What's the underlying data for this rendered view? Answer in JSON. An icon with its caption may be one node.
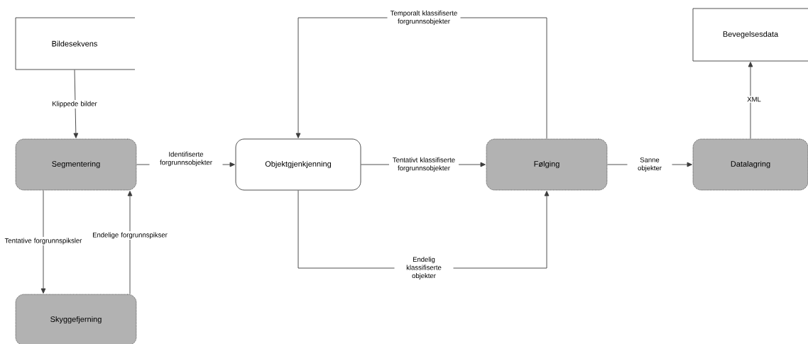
{
  "diagram": {
    "nodes": [
      {
        "text": [
          "Bildesekvens"
        ]
      },
      {
        "text": [
          "Segmentering"
        ]
      },
      {
        "text": [
          "Skyggefjerning"
        ]
      },
      {
        "text": [
          "Objektgjenkjenning"
        ]
      },
      {
        "text": [
          "Følging"
        ]
      },
      {
        "text": [
          "Datalagring"
        ]
      },
      {
        "text": [
          "Bevegelsesdata"
        ]
      }
    ],
    "edges": [
      {
        "from": 0,
        "to": 1,
        "arrow": "to",
        "label": "Klippede bilder"
      },
      {
        "from": 1,
        "to": 3,
        "arrow": "to",
        "label": "Identifiserte forgrunnsobjekter"
      },
      {
        "from": 1,
        "to": 2,
        "arrow": "to",
        "label": "Tentative forgrunnspiksler"
      },
      {
        "from": 2,
        "to": 1,
        "arrow": "to",
        "label": "Endelige forgrunnspikser"
      },
      {
        "from": 3,
        "to": 4,
        "arrow": "to",
        "label": "Tentativt klassifiserte forgrunnsobjekter"
      },
      {
        "from": 4,
        "to": 3,
        "arrow": "to",
        "label": "Temporalt klassifiserte forgrunnsobjekter"
      },
      {
        "from": 3,
        "to": 4,
        "arrow": "to",
        "label": "Endelig klassifiserte objekter"
      },
      {
        "from": 4,
        "to": 5,
        "arrow": "to",
        "label": "Sanne objekter"
      },
      {
        "from": 5,
        "to": 6,
        "arrow": "to",
        "label": "XML"
      }
    ]
  }
}
